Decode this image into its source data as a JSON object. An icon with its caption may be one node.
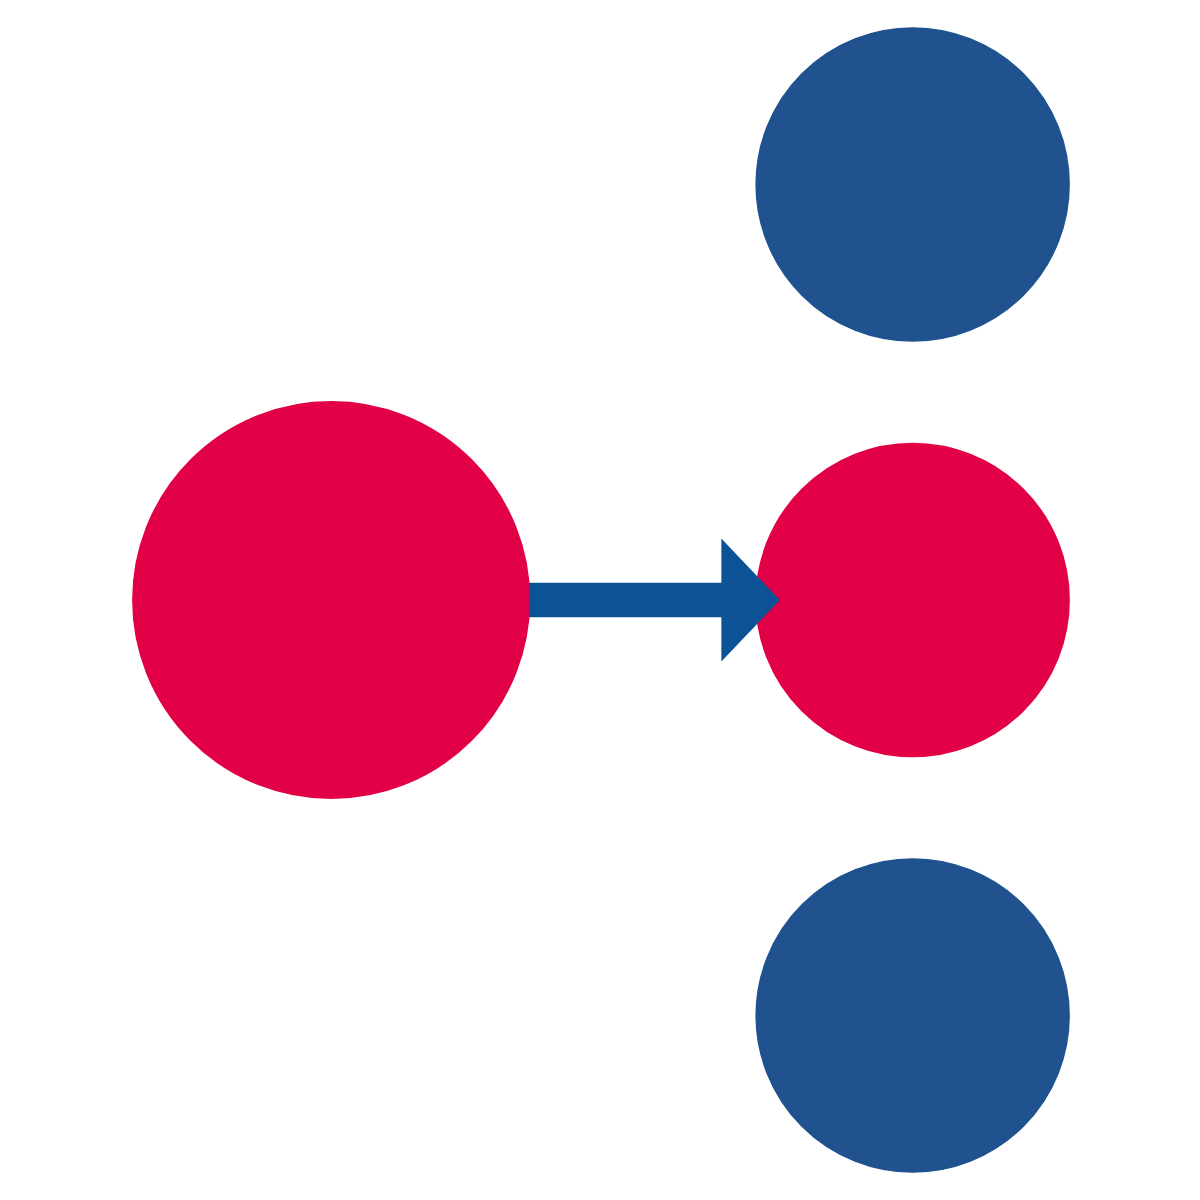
{
  "diagram": {
    "nodes": [
      {
        "text": [],
        "shape": "circle"
      },
      {
        "text": [],
        "shape": "circle"
      },
      {
        "text": [],
        "shape": "circle"
      },
      {
        "text": [],
        "shape": "circle"
      }
    ],
    "edges": [
      {
        "from": 0,
        "to": 2,
        "arrow": "to"
      }
    ]
  }
}
